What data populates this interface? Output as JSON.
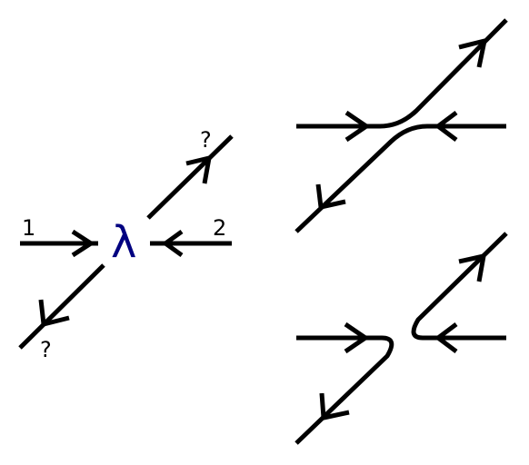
{
  "left_diagram": {
    "incoming_label_1": "1",
    "incoming_label_2": "2",
    "coupling_symbol": "λ",
    "outgoing_label_upper": "?",
    "outgoing_label_lower": "?",
    "symbol_color": "#000080"
  },
  "top_right_diagram": {},
  "bottom_right_diagram": {}
}
